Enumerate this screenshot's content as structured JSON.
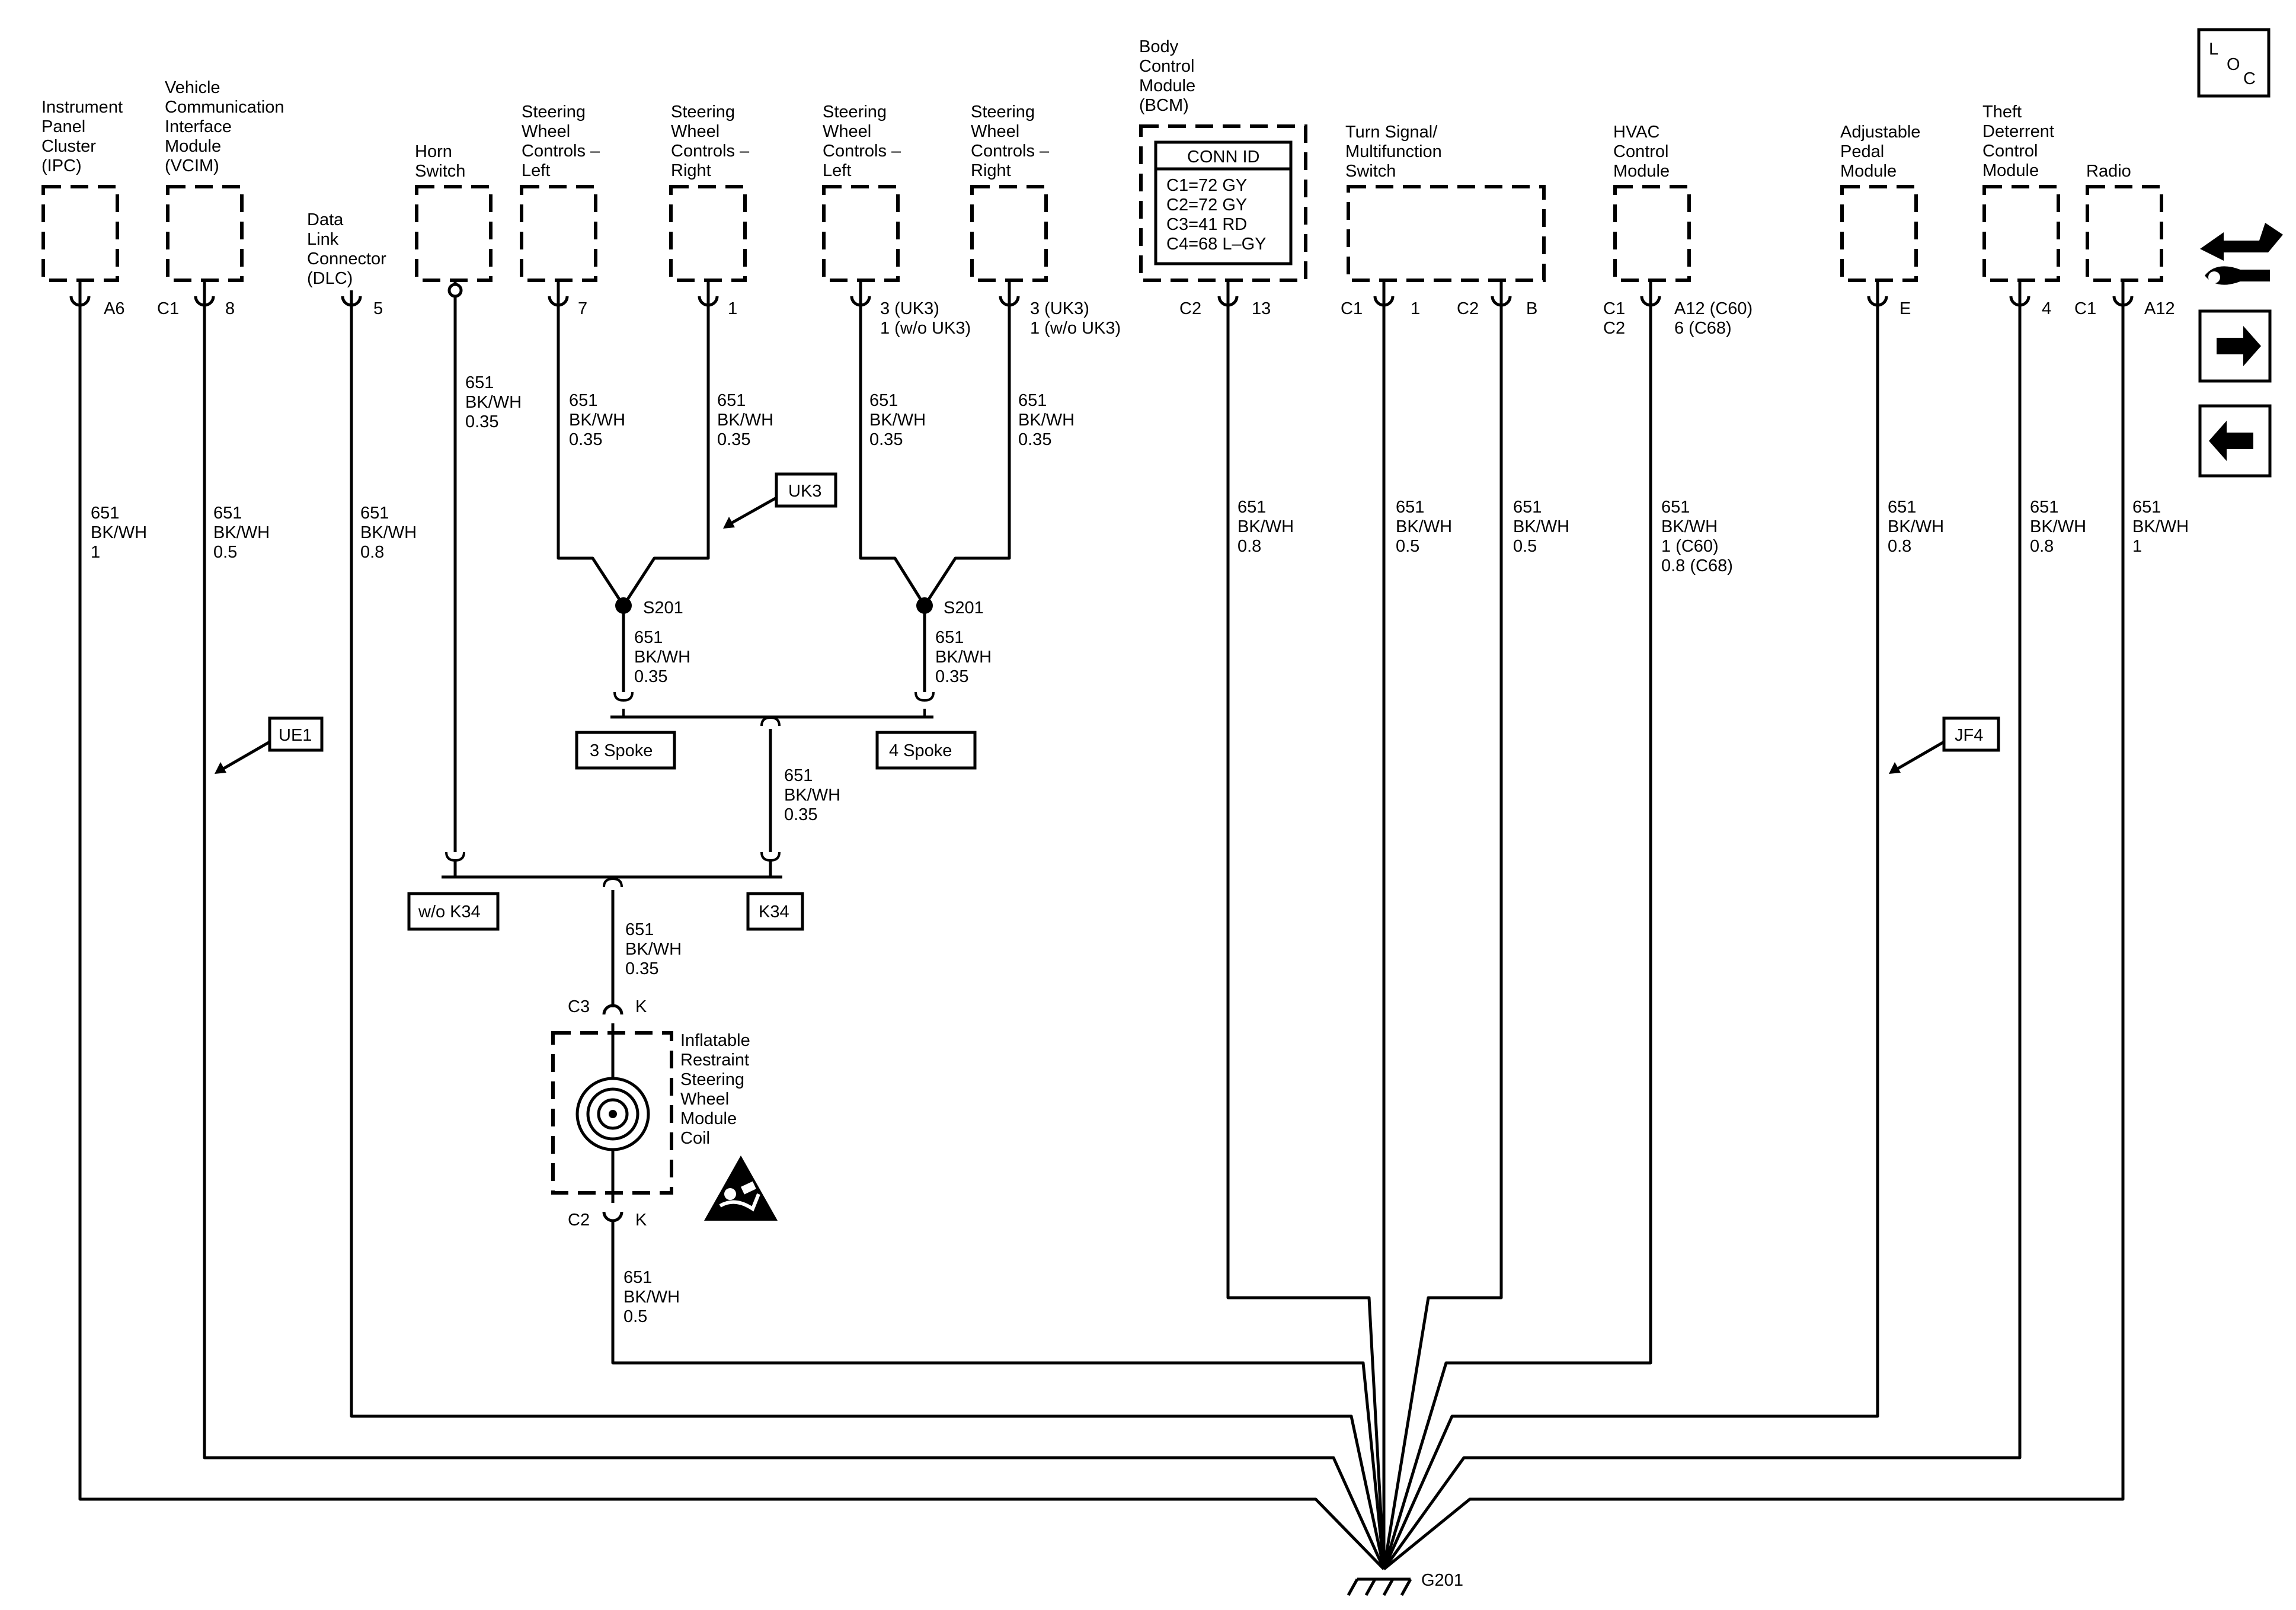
{
  "modules": {
    "ipc": [
      "Instrument",
      "Panel",
      "Cluster",
      "(IPC)"
    ],
    "vcim": [
      "Vehicle",
      "Communication",
      "Interface",
      "Module",
      "(VCIM)"
    ],
    "dlc": [
      "Data",
      "Link",
      "Connector",
      "(DLC)"
    ],
    "horn": [
      "Horn",
      "Switch"
    ],
    "swc_left_a": [
      "Steering",
      "Wheel",
      "Controls –",
      "Left"
    ],
    "swc_right_a": [
      "Steering",
      "Wheel",
      "Controls –",
      "Right"
    ],
    "swc_left_b": [
      "Steering",
      "Wheel",
      "Controls –",
      "Left"
    ],
    "swc_right_b": [
      "Steering",
      "Wheel",
      "Controls –",
      "Right"
    ],
    "bcm": [
      "Body",
      "Control",
      "Module",
      "(BCM)"
    ],
    "turn": [
      "Turn Signal/",
      "Multifunction",
      "Switch"
    ],
    "hvac": [
      "HVAC",
      "Control",
      "Module"
    ],
    "pedal": [
      "Adjustable",
      "Pedal",
      "Module"
    ],
    "theft": [
      "Theft",
      "Deterrent",
      "Control",
      "Module"
    ],
    "radio": [
      "Radio"
    ],
    "coil": [
      "Inflatable",
      "Restraint",
      "Steering",
      "Wheel",
      "Module",
      "Coil"
    ]
  },
  "bcm_conn": {
    "title": "CONN ID",
    "lines": [
      "C1=72 GY",
      "C2=72 GY",
      "C3=41 RD",
      "C4=68 L–GY"
    ]
  },
  "pins": {
    "ipc": "A6",
    "vcim_conn": "C1",
    "vcim": "8",
    "dlc": "5",
    "swc_left_a": "7",
    "swc_right_a": "1",
    "swc_left_b": [
      "3 (UK3)",
      "1 (w/o UK3)"
    ],
    "swc_right_b": [
      "3 (UK3)",
      "1 (w/o UK3)"
    ],
    "bcm_conn": "C2",
    "bcm": "13",
    "turn_c1": "C1",
    "turn_1": "1",
    "turn_c2": "C2",
    "turn_b": "B",
    "hvac_conn": [
      "C1",
      "C2"
    ],
    "hvac": [
      "A12 (C60)",
      "6 (C68)"
    ],
    "pedal": "E",
    "theft": "4",
    "radio_conn": "C1",
    "radio": "A12",
    "coil_top_conn": "C3",
    "coil_top": "K",
    "coil_bot_conn": "C2",
    "coil_bot": "K"
  },
  "wires": {
    "ipc": [
      "651",
      "BK/WH",
      "1"
    ],
    "vcim": [
      "651",
      "BK/WH",
      "0.5"
    ],
    "dlc": [
      "651",
      "BK/WH",
      "0.8"
    ],
    "horn": [
      "651",
      "BK/WH",
      "0.35"
    ],
    "swc_left_a": [
      "651",
      "BK/WH",
      "0.35"
    ],
    "swc_right_a": [
      "651",
      "BK/WH",
      "0.35"
    ],
    "swc_left_b": [
      "651",
      "BK/WH",
      "0.35"
    ],
    "swc_right_b": [
      "651",
      "BK/WH",
      "0.35"
    ],
    "s201_a": [
      "651",
      "BK/WH",
      "0.35"
    ],
    "s201_b": [
      "651",
      "BK/WH",
      "0.35"
    ],
    "spoke_out": [
      "651",
      "BK/WH",
      "0.35"
    ],
    "k34_out": [
      "651",
      "BK/WH",
      "0.35"
    ],
    "coil_out": [
      "651",
      "BK/WH",
      "0.5"
    ],
    "bcm": [
      "651",
      "BK/WH",
      "0.8"
    ],
    "turn_1": [
      "651",
      "BK/WH",
      "0.5"
    ],
    "turn_b": [
      "651",
      "BK/WH",
      "0.5"
    ],
    "hvac": [
      "651",
      "BK/WH",
      "1 (C60)",
      "0.8 (C68)"
    ],
    "pedal": [
      "651",
      "BK/WH",
      "0.8"
    ],
    "theft": [
      "651",
      "BK/WH",
      "0.8"
    ],
    "radio": [
      "651",
      "BK/WH",
      "1"
    ]
  },
  "splices": {
    "a": "S201",
    "b": "S201"
  },
  "options": {
    "ue1": "UE1",
    "uk3": "UK3",
    "jf4": "JF4",
    "spoke3": "3 Spoke",
    "spoke4": "4 Spoke",
    "wo_k34": "w/o K34",
    "k34": "K34"
  },
  "ground": "G201",
  "loc": {
    "l": "L",
    "o": "O",
    "c": "C"
  },
  "icons": [
    "loc-icon",
    "component-locator-icon",
    "next-page-arrow-icon",
    "previous-page-arrow-icon",
    "airbag-warning-icon"
  ]
}
